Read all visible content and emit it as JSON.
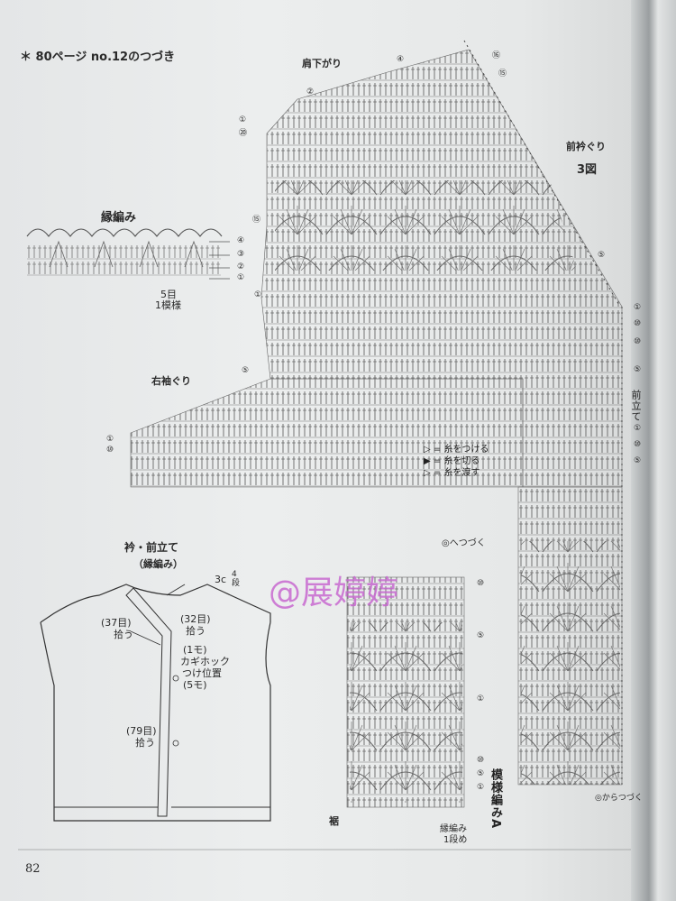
{
  "page": {
    "header": "＊ 80ページ  no.12のつづき",
    "page_number": "82"
  },
  "labels": {
    "shoulder": "肩下がり",
    "neck_title": "前衿ぐり",
    "fig": "3図",
    "edging": "縁編み",
    "right_armhole": "右袖ぐり",
    "front_band": "前立て",
    "five_sts": "5目",
    "one_repeat": "1模様",
    "collar_title": "衿・前立て",
    "collar_sub": "（縁編み）",
    "three_c": "3c",
    "rows_4": "4段",
    "s37": "(37目)",
    "s37b": "拾う",
    "s32": "(32目)",
    "s32b": "拾う",
    "m1": "(1モ)",
    "hook": "カギホック",
    "hook2": "つけ位置",
    "m5": "(5モ)",
    "s79": "(79目)",
    "s79b": "拾う",
    "continue_to": "◎へつづく",
    "continue_from": "◎からつづく",
    "hem": "裾",
    "pattern_a": "模様編みA",
    "edge1": "縁編み",
    "edge2": "1段め"
  },
  "legend": [
    {
      "sym": "▷ =",
      "text": "糸をつける"
    },
    {
      "sym": "▶ =",
      "text": "糸を切る"
    },
    {
      "sym": "▷ =",
      "text": "糸を渡す"
    }
  ],
  "row_markers": {
    "top": [
      "⑯",
      "⑮",
      "④",
      "②",
      "①",
      "⑳",
      "⑮",
      "⑤",
      "①",
      "⑩",
      "⑤",
      "①",
      "⑩"
    ],
    "edging": [
      "④",
      "③",
      "②",
      "①"
    ],
    "front": [
      "①",
      "⑩",
      "⑤",
      "①",
      "⑩",
      "⑤"
    ],
    "lower": [
      "⑩",
      "⑤",
      "①",
      "⑩",
      "⑤",
      "①"
    ]
  },
  "watermark": "@展婷婷"
}
